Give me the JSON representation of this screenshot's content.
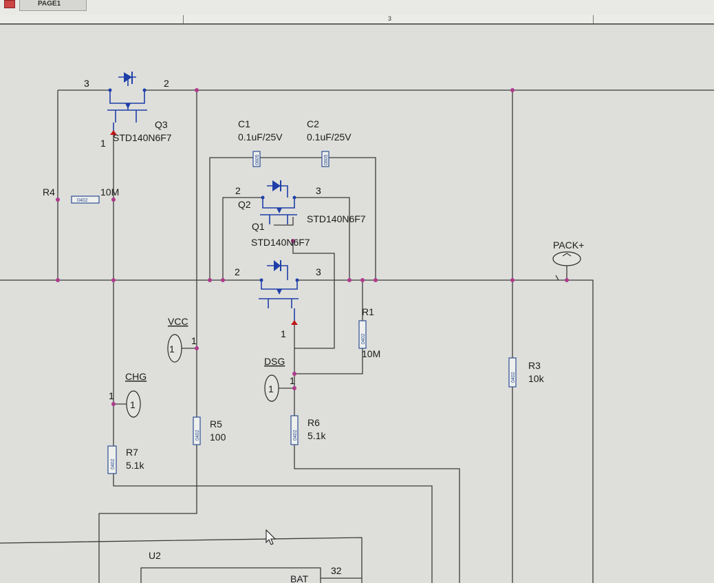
{
  "window": {
    "tab_title": "PAGE1",
    "ruler_label": "3"
  },
  "colors": {
    "background": "#dedfdb",
    "wire": "#3a3a3a",
    "junction": "#b03a8c",
    "symbol": "#1f3fa8",
    "pin_marker": "#c01818"
  },
  "components": {
    "q3": {
      "ref": "Q3",
      "value": "STD140N6F7",
      "pin_left": "3",
      "pin_right": "2",
      "pin_gate": "1"
    },
    "q2": {
      "ref": "Q2",
      "value": "STD140N6F7",
      "pin_left": "2",
      "pin_right": "3"
    },
    "q1": {
      "ref": "Q1",
      "value": "STD140N6F7",
      "pin_left": "2",
      "pin_right": "3",
      "pin_gate": "1"
    },
    "c1": {
      "ref": "C1",
      "value": "0.1uF/25V",
      "package": "0805"
    },
    "c2": {
      "ref": "C2",
      "value": "0.1uF/25V",
      "package": "0805"
    },
    "r1": {
      "ref": "R1",
      "value": "10M",
      "package": "0402"
    },
    "r3": {
      "ref": "R3",
      "value": "10k",
      "package": "0402"
    },
    "r4": {
      "ref": "R4",
      "value": "10M",
      "package": "0402"
    },
    "r5": {
      "ref": "R5",
      "value": "100",
      "package": "0402"
    },
    "r6": {
      "ref": "R6",
      "value": "5.1k",
      "package": "0402"
    },
    "r7": {
      "ref": "R7",
      "value": "5.1k",
      "package": "0402"
    },
    "u2": {
      "ref": "U2",
      "pin_name": "BAT",
      "pin_number": "32"
    }
  },
  "ports": {
    "vcc": {
      "name": "VCC",
      "number": "1",
      "pin": "1"
    },
    "chg": {
      "name": "CHG",
      "number": "1",
      "pin": "1"
    },
    "dsg": {
      "name": "DSG",
      "number": "1",
      "pin": "1"
    },
    "pack": {
      "name": "PACK+"
    }
  }
}
